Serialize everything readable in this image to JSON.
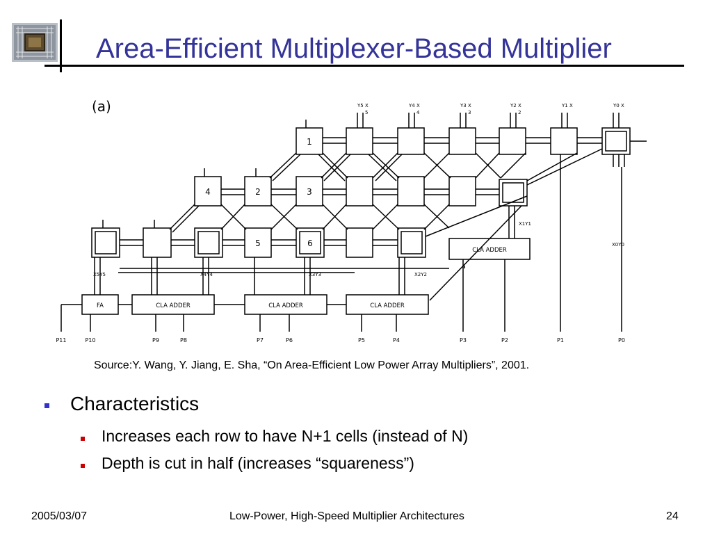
{
  "slide": {
    "title": "Area-Efficient Multiplexer-Based Multiplier",
    "source": "Source:Y. Wang, Y. Jiang, E. Sha, “On Area-Efficient Low Power Array Multipliers”, 2001.",
    "bullets": [
      {
        "text": "Characteristics",
        "sub": [
          "Increases each row to have N+1 cells (instead of N)",
          "Depth is cut in half (increases “squareness”)"
        ]
      }
    ]
  },
  "diagram": {
    "panel_label": "(a)",
    "cell_numbers": [
      "1",
      "2",
      "3",
      "4",
      "5",
      "6"
    ],
    "adders": [
      "CLA ADDER",
      "CLA ADDER",
      "CLA ADDER",
      "CLA ADDER",
      "FA"
    ],
    "top_inputs": [
      "Y5 X",
      "Y4 X",
      "Y3 X",
      "Y2 X",
      "Y1 X",
      "Y0 X"
    ],
    "top_subs": [
      "5",
      "4",
      "3",
      "2"
    ],
    "side_labels": [
      "X5Y5",
      "X4Y4",
      "X3Y3",
      "X2Y2",
      "X1Y1",
      "X0Y0"
    ],
    "outputs": [
      "P11",
      "P10",
      "P9",
      "P8",
      "P7",
      "P6",
      "P5",
      "P4",
      "P3",
      "P2",
      "P1",
      "P0"
    ]
  },
  "footer": {
    "date": "2005/03/07",
    "center": "Low-Power, High-Speed Multiplier Architectures",
    "page": "24"
  },
  "colors": {
    "title": "#333399",
    "bullet_l1": "#3333cc",
    "bullet_l2": "#cc0000"
  }
}
